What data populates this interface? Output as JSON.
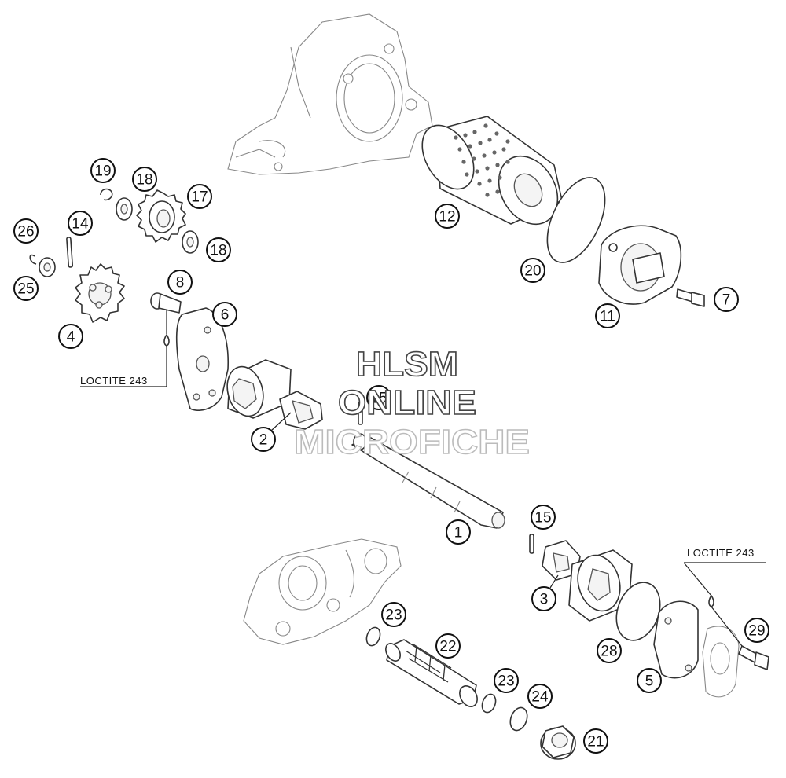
{
  "watermark": {
    "line1": "HLSM",
    "line2": "ONLINE",
    "line3": "MICROFICHE"
  },
  "notes": {
    "loctite_left": "LOCTITE 243",
    "loctite_right": "LOCTITE 243"
  },
  "callouts": [
    {
      "id": "c1",
      "label": "1"
    },
    {
      "id": "c2",
      "label": "2"
    },
    {
      "id": "c3",
      "label": "3"
    },
    {
      "id": "c4",
      "label": "4"
    },
    {
      "id": "c5",
      "label": "5"
    },
    {
      "id": "c6",
      "label": "6"
    },
    {
      "id": "c7",
      "label": "7"
    },
    {
      "id": "c8",
      "label": "8"
    },
    {
      "id": "c11",
      "label": "11"
    },
    {
      "id": "c12",
      "label": "12"
    },
    {
      "id": "c14",
      "label": "14"
    },
    {
      "id": "c15a",
      "label": "15"
    },
    {
      "id": "c15b",
      "label": "15"
    },
    {
      "id": "c17",
      "label": "17"
    },
    {
      "id": "c18a",
      "label": "18"
    },
    {
      "id": "c18b",
      "label": "18"
    },
    {
      "id": "c19",
      "label": "19"
    },
    {
      "id": "c20",
      "label": "20"
    },
    {
      "id": "c21",
      "label": "21"
    },
    {
      "id": "c22",
      "label": "22"
    },
    {
      "id": "c23a",
      "label": "23"
    },
    {
      "id": "c23b",
      "label": "23"
    },
    {
      "id": "c24",
      "label": "24"
    },
    {
      "id": "c25",
      "label": "25"
    },
    {
      "id": "c26",
      "label": "26"
    },
    {
      "id": "c28",
      "label": "28"
    },
    {
      "id": "c29",
      "label": "29"
    }
  ]
}
